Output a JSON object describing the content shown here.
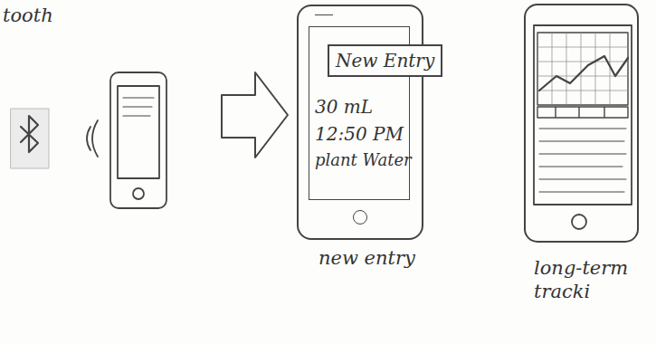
{
  "diagram": {
    "nodes": [
      {
        "text": [
          "30 mL",
          "12:50 PM",
          "plant Water"
        ]
      },
      {
        "text": [
          "New Entry"
        ],
        "in": 0
      }
    ],
    "labels": [
      "tooth",
      "new entry",
      "long-term tracki"
    ]
  }
}
